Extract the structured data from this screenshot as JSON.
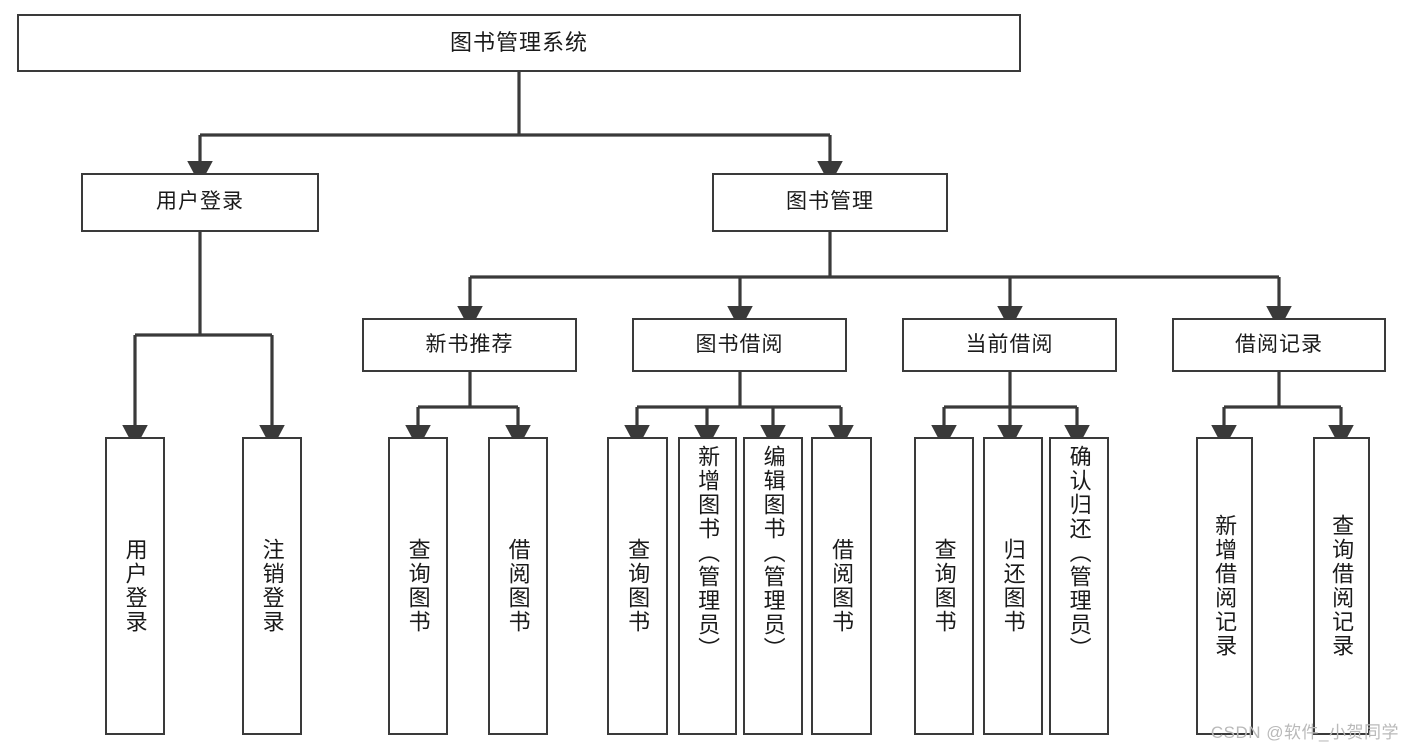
{
  "diagram": {
    "type": "tree",
    "title": "图书管理系统",
    "orientation": "top-down",
    "colors": {
      "box_border": "#3a3a3a",
      "box_fill": "#ffffff",
      "edge": "#3a3a3a",
      "text": "#1a1a1a",
      "watermark": "#b9b9b9",
      "background": "#ffffff"
    },
    "nodes": {
      "root": {
        "label": "图书管理系统"
      },
      "level1": [
        {
          "id": "user-login",
          "label": "用户登录"
        },
        {
          "id": "book-manage",
          "label": "图书管理"
        }
      ],
      "level2": [
        {
          "id": "new-book-rec",
          "label": "新书推荐"
        },
        {
          "id": "book-borrow",
          "label": "图书借阅"
        },
        {
          "id": "current-borrow",
          "label": "当前借阅"
        },
        {
          "id": "borrow-record",
          "label": "借阅记录"
        }
      ],
      "leaves": {
        "user-login": [
          {
            "id": "leaf-user-login",
            "label": "用户登录"
          },
          {
            "id": "leaf-logout",
            "label": "注销登录"
          }
        ],
        "new-book-rec": [
          {
            "id": "leaf-query-book-1",
            "label": "查询图书"
          },
          {
            "id": "leaf-borrow-book-1",
            "label": "借阅图书"
          }
        ],
        "book-borrow": [
          {
            "id": "leaf-query-book-2",
            "label": "查询图书"
          },
          {
            "id": "leaf-add-book",
            "label": "新增图书（管理员）"
          },
          {
            "id": "leaf-edit-book",
            "label": "编辑图书（管理员）"
          },
          {
            "id": "leaf-borrow-book-2",
            "label": "借阅图书"
          }
        ],
        "current-borrow": [
          {
            "id": "leaf-query-book-3",
            "label": "查询图书"
          },
          {
            "id": "leaf-return-book",
            "label": "归还图书"
          },
          {
            "id": "leaf-confirm-return",
            "label": "确认归还（管理员）"
          }
        ],
        "borrow-record": [
          {
            "id": "leaf-add-record",
            "label": "新增借阅记录"
          },
          {
            "id": "leaf-query-record",
            "label": "查询借阅记录"
          }
        ]
      }
    },
    "watermark": "CSDN @软件_小贺同学"
  }
}
